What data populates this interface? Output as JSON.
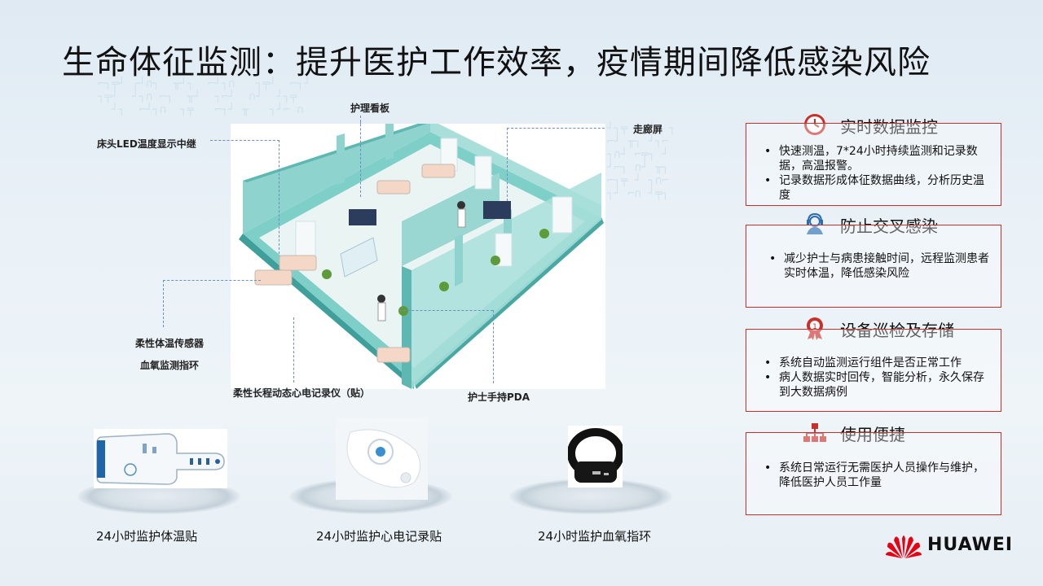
{
  "page": {
    "title": "生命体征监测：提升医护工作效率，疫情期间降低感染风险"
  },
  "diagram": {
    "labels": {
      "nursing_board": "护理看板",
      "corridor_screen": "走廊屏",
      "bedside_led": "床头LED温度显示中继",
      "flex_temp_sensor": "柔性体温传感器",
      "spo2_ring": "血氧监测指环",
      "ecg_recorder": "柔性长程动态心电记录仪（贴）",
      "nurse_pda": "护士手持PDA"
    }
  },
  "products": [
    {
      "caption": "24小时监护体温贴",
      "icon": "temperature-patch"
    },
    {
      "caption": "24小时监护心电记录贴",
      "icon": "ecg-patch"
    },
    {
      "caption": "24小时监护血氧指环",
      "icon": "oximeter-ring"
    }
  ],
  "features": [
    {
      "title": "实时数据监控",
      "icon": "clock-icon",
      "bullets": [
        "快速测温，7*24小时持续监测和记录数据，高温报警。",
        "记录数据形成体征数据曲线，分析历史温度"
      ]
    },
    {
      "title": "防止交叉感染",
      "icon": "headset-person-icon",
      "bullets": [
        "减少护士与病患接触时间，远程监测患者实时体温，降低感染风险"
      ]
    },
    {
      "title": "设备巡检及存储",
      "icon": "award-ribbon-icon",
      "bullets": [
        "系统自动监测运行组件是否正常工作",
        "病人数据实时回传，智能分析，永久保存到大数据病例"
      ]
    },
    {
      "title": "使用便捷",
      "icon": "org-chart-icon",
      "bullets": [
        "系统日常运行无需医护人员操作与维护，降低医护人员工作量"
      ]
    }
  ],
  "brand": {
    "name": "HUAWEI",
    "color": "#e60012"
  },
  "colors": {
    "accent_red": "#c9302c",
    "teal": "#5bb8b5"
  }
}
